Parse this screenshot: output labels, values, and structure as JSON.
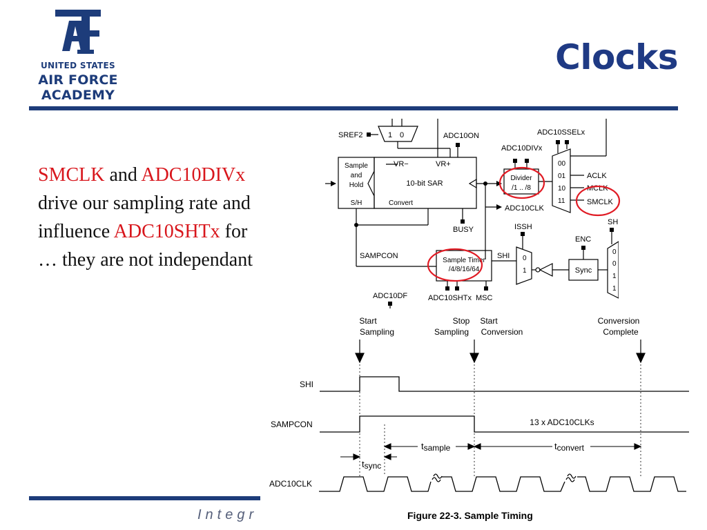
{
  "logo": {
    "line1": "UNITED STATES",
    "line2": "AIR FORCE",
    "line3": "ACADEMY"
  },
  "slide": {
    "title": "Clocks",
    "body": {
      "smclk": "SMCLK",
      "and": " and ",
      "adc10divx": "ADC10DIVx",
      "line2": "drive our sampling rate and",
      "influence": "influence ",
      "adc10shtx": "ADC10SHTx",
      "for": " for",
      "line4": "… they are not independant"
    },
    "footer_text": "Integr"
  },
  "diagram": {
    "block": {
      "sref2": "SREF2",
      "mux1": "1",
      "mux0": "0",
      "adc10on": "ADC10ON",
      "adc10ssel": "ADC10SSELx",
      "adc10div": "ADC10DIVx",
      "sh_sample": "Sample",
      "sh_and": "and",
      "sh_hold": "Hold",
      "sh_sh": "S/H",
      "vrm": "VR−",
      "vrp": "VR+",
      "sar": "10-bit SAR",
      "convert": "Convert",
      "divider1": "Divider",
      "divider2": "/1 .. /8",
      "sel00": "00",
      "sel01": "01",
      "sel10": "10",
      "sel11": "11",
      "aclk": "ACLK",
      "mclk": "MCLK",
      "smclk": "SMCLK",
      "adc10clk": "ADC10CLK",
      "busy": "BUSY",
      "issh": "ISSH",
      "sh": "SH",
      "enc": "ENC",
      "sampcon": "SAMPCON",
      "timer1": "Sample Timer",
      "timer2": "/4/8/16/64",
      "shi": "SHI",
      "m0": "0",
      "m1": "1",
      "sync": "Sync",
      "adc10df": "ADC10DF",
      "adc10shtx": "ADC10SHTx",
      "msc": "MSC",
      "right0a": "0",
      "right0b": "0",
      "right1a": "1",
      "right1b": "1"
    },
    "timing": {
      "start_sampling_1": "Start",
      "start_sampling_2": "Sampling",
      "stop_sampling_1": "Stop",
      "stop_sampling_2": "Sampling",
      "start_convert_1": "Start",
      "start_convert_2": "Conversion",
      "complete_1": "Conversion",
      "complete_2": "Complete",
      "shi": "SHI",
      "sampcon": "SAMPCON",
      "adc10clk": "ADC10CLK",
      "clks": "13 x ADC10CLKs",
      "tsample_t": "t",
      "tsample_sub": "sample",
      "tconvert_t": "t",
      "tconvert_sub": "convert",
      "tsync_t": "t",
      "tsync_sub": "sync",
      "caption": "Figure 22-3. Sample Timing"
    }
  },
  "colors": {
    "navy": "#1d3c7a",
    "title_blue": "#1f3a84",
    "emphasis_red": "#d8161c",
    "annotation_red": "#e01b24"
  }
}
